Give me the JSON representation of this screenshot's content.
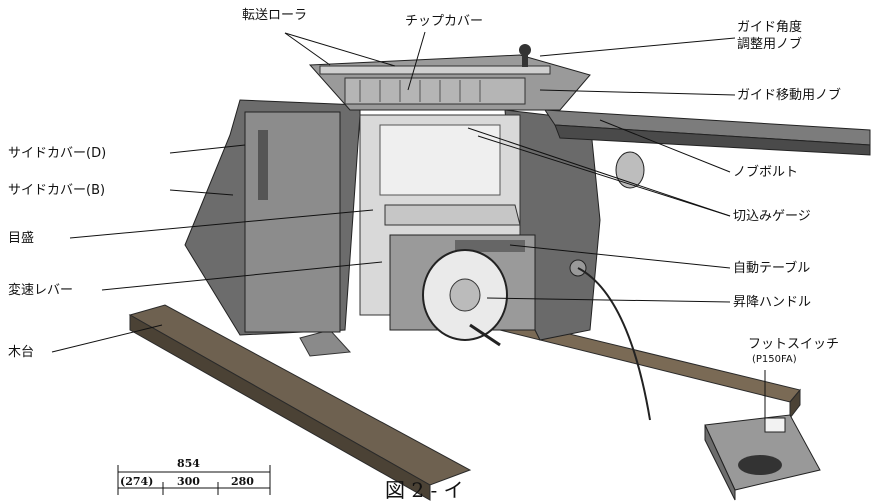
{
  "labels": {
    "tensou_roller": "転送ローラ",
    "chip_cover": "チップカバー",
    "guide_angle_1": "ガイド角度",
    "guide_angle_2": "調整用ノブ",
    "guide_move_knob": "ガイド移動用ノブ",
    "side_cover_d": "サイドカバー(D)",
    "side_cover_b": "サイドカバー(B)",
    "knob_bolt": "ノブボルト",
    "scale": "目盛",
    "cut_gauge": "切込みゲージ",
    "auto_table": "自動テーブル",
    "speed_lever": "変速レバー",
    "lift_handle": "昇降ハンドル",
    "wood_base": "木台",
    "foot_switch": "フットスイッチ",
    "foot_switch_model": "(P150FA)"
  },
  "dimensions": {
    "total": "854",
    "seg1": "(274)",
    "seg2": "300",
    "seg3": "280"
  },
  "figure_caption": "図 2 - イ",
  "colors": {
    "machine_dark": "#4a4a4a",
    "machine_mid": "#8a8a8a",
    "machine_light": "#bdbdbd",
    "wood": "#7a6a55"
  }
}
